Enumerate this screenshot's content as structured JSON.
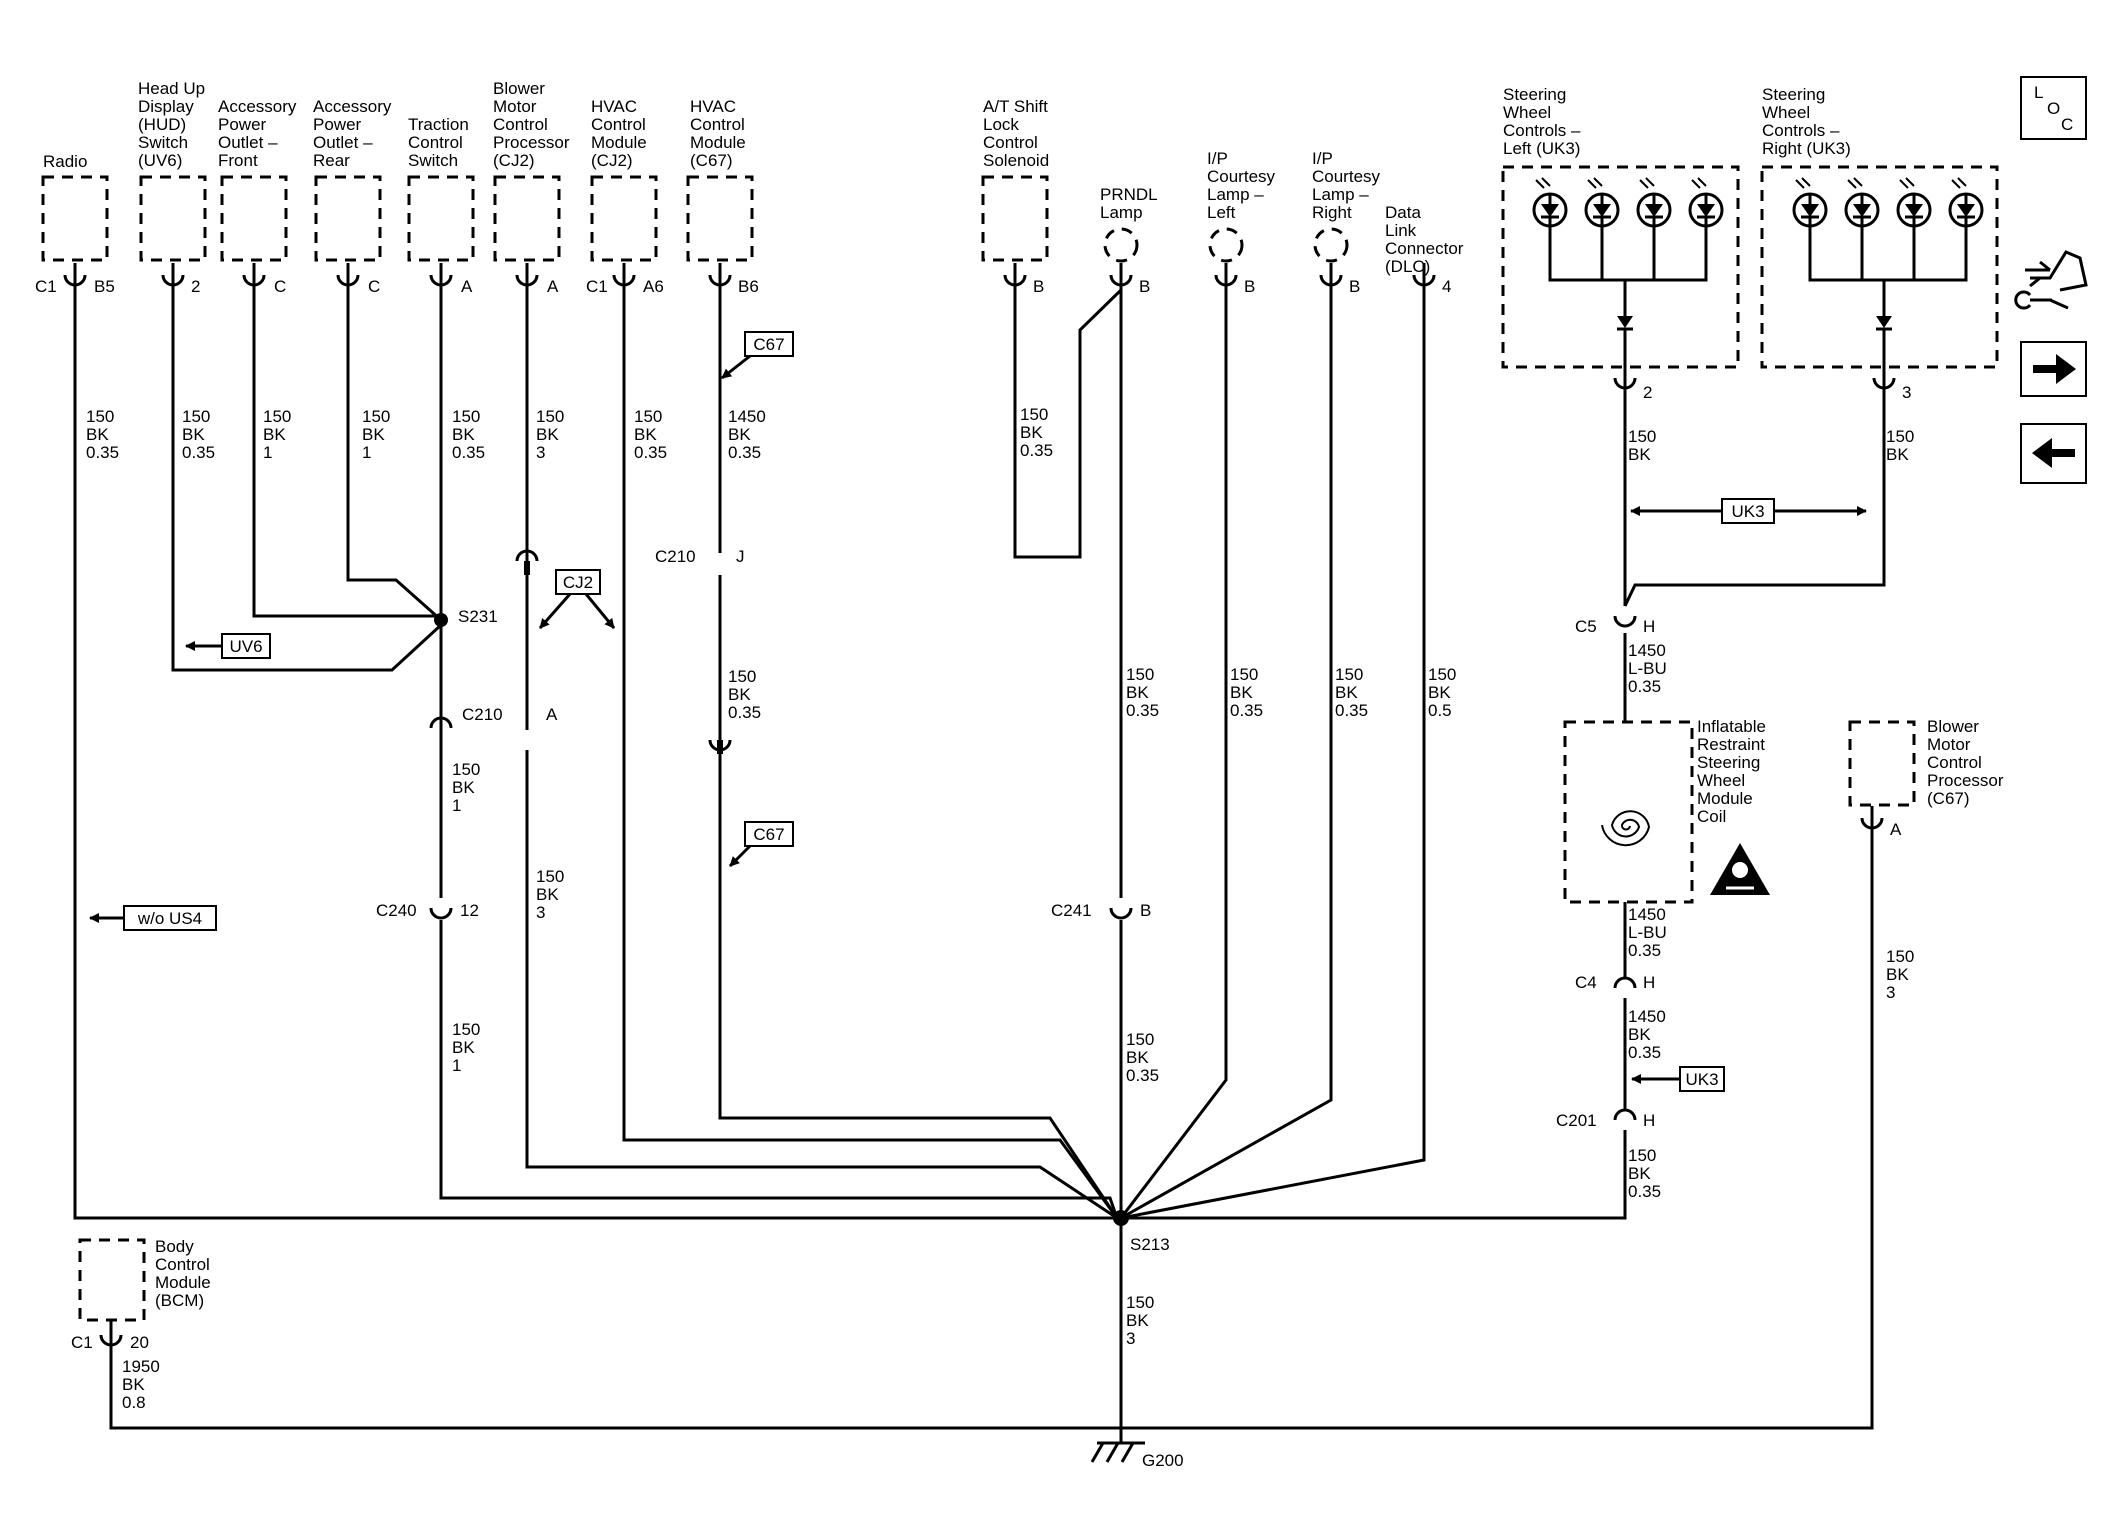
{
  "labels": {
    "radio": [
      "Radio"
    ],
    "hud": [
      "Head Up",
      "Display",
      "(HUD)",
      "Switch",
      "(UV6)"
    ],
    "apo_front": [
      "Accessory",
      "Power",
      "Outlet –",
      "Front"
    ],
    "apo_rear": [
      "Accessory",
      "Power",
      "Outlet –",
      "Rear"
    ],
    "traction": [
      "Traction",
      "Control",
      "Switch"
    ],
    "blower_cj2": [
      "Blower",
      "Motor",
      "Control",
      "Processor",
      "(CJ2)"
    ],
    "hvac_cj2": [
      "HVAC",
      "Control",
      "Module",
      "(CJ2)"
    ],
    "hvac_c67": [
      "HVAC",
      "Control",
      "Module",
      "(C67)"
    ],
    "shift_lock": [
      "A/T Shift",
      "Lock",
      "Control",
      "Solenoid"
    ],
    "prndl": [
      "PRNDL",
      "Lamp"
    ],
    "ip_left": [
      "I/P",
      "Courtesy",
      "Lamp –",
      "Left"
    ],
    "ip_right": [
      "I/P",
      "Courtesy",
      "Lamp –",
      "Right"
    ],
    "dlc": [
      "Data",
      "Link",
      "Connector",
      "(DLC)"
    ],
    "swc_left": [
      "Steering",
      "Wheel",
      "Controls –",
      "Left (UK3)"
    ],
    "swc_right": [
      "Steering",
      "Wheel",
      "Controls –",
      "Right (UK3)"
    ],
    "airbag_coil": [
      "Inflatable",
      "Restraint",
      "Steering",
      "Wheel",
      "Module",
      "Coil"
    ],
    "blower_c67": [
      "Blower",
      "Motor",
      "Control",
      "Processor",
      "(C67)"
    ],
    "bcm": [
      "Body",
      "Control",
      "Module",
      "(BCM)"
    ]
  },
  "pins": {
    "radio_c": "C1",
    "radio_p": "B5",
    "hud": "2",
    "apo_front": "C",
    "apo_rear": "C",
    "traction": "A",
    "blower_cj2": "A",
    "hvac_cj2_c": "C1",
    "hvac_cj2_p": "A6",
    "hvac_c67": "B6",
    "shift_lock": "B",
    "prndl": "B",
    "ip_left": "B",
    "ip_right": "B",
    "dlc": "4",
    "swc_left": "2",
    "swc_right": "3",
    "blower_c67": "A",
    "bcm_c": "C1",
    "bcm_p": "20"
  },
  "wires": {
    "radio": [
      "150",
      "BK",
      "0.35"
    ],
    "hud": [
      "150",
      "BK",
      "0.35"
    ],
    "apo_front": [
      "150",
      "BK",
      "1"
    ],
    "apo_rear": [
      "150",
      "BK",
      "1"
    ],
    "traction_top": [
      "150",
      "BK",
      "0.35"
    ],
    "blower_top": [
      "150",
      "BK",
      "3"
    ],
    "hvac_cj2": [
      "150",
      "BK",
      "0.35"
    ],
    "hvac_c67_top": [
      "1450",
      "BK",
      "0.35"
    ],
    "shift_lock": [
      "150",
      "BK",
      "0.35"
    ],
    "traction_mid": [
      "150",
      "BK",
      "1"
    ],
    "traction_bot": [
      "150",
      "BK",
      "1"
    ],
    "blower_bot": [
      "150",
      "BK",
      "3"
    ],
    "hvac_c67_bot": [
      "150",
      "BK",
      "0.35"
    ],
    "prndl_mid": [
      "150",
      "BK",
      "0.35"
    ],
    "prndl_bot": [
      "150",
      "BK",
      "0.35"
    ],
    "ip_left": [
      "150",
      "BK",
      "0.35"
    ],
    "ip_right": [
      "150",
      "BK",
      "0.35"
    ],
    "dlc": [
      "150",
      "BK",
      "0.5"
    ],
    "swc_left": [
      "150",
      "BK"
    ],
    "swc_right": [
      "150",
      "BK"
    ],
    "c5_coil": [
      "1450",
      "L-BU",
      "0.35"
    ],
    "coil_c4": [
      "1450",
      "L-BU",
      "0.35"
    ],
    "c4_c201": [
      "1450",
      "BK",
      "0.35"
    ],
    "c201_s213": [
      "150",
      "BK",
      "0.35"
    ],
    "blower_c67": [
      "150",
      "BK",
      "3"
    ],
    "s213_g200": [
      "150",
      "BK",
      "3"
    ],
    "bcm": [
      "1950",
      "BK",
      "0.8"
    ]
  },
  "connectors": {
    "c210_a_name": "C210",
    "c210_a_pin": "A",
    "c210_j_name": "C210",
    "c210_j_pin": "J",
    "c240_name": "C240",
    "c240_pin": "12",
    "c241_name": "C241",
    "c241_pin": "B",
    "c5_name": "C5",
    "c5_pin": "H",
    "c4_name": "C4",
    "c4_pin": "H",
    "c201_name": "C201",
    "c201_pin": "H"
  },
  "splices": {
    "s231": "S231",
    "s213": "S213"
  },
  "ground": "G200",
  "options": {
    "uv6": "UV6",
    "cj2": "CJ2",
    "c67_top": "C67",
    "c67_bot": "C67",
    "wo_us4": "w/o US4",
    "uk3_span": "UK3",
    "uk3_c4": "UK3"
  },
  "nav": {
    "loc_letters": [
      "L",
      "O",
      "C"
    ],
    "items": [
      {
        "name": "location-button",
        "icon": "loc-icon"
      },
      {
        "name": "component-button",
        "icon": "connector-wrench-icon"
      },
      {
        "name": "next-button",
        "icon": "arrow-right-icon"
      },
      {
        "name": "previous-button",
        "icon": "arrow-left-icon"
      }
    ]
  }
}
